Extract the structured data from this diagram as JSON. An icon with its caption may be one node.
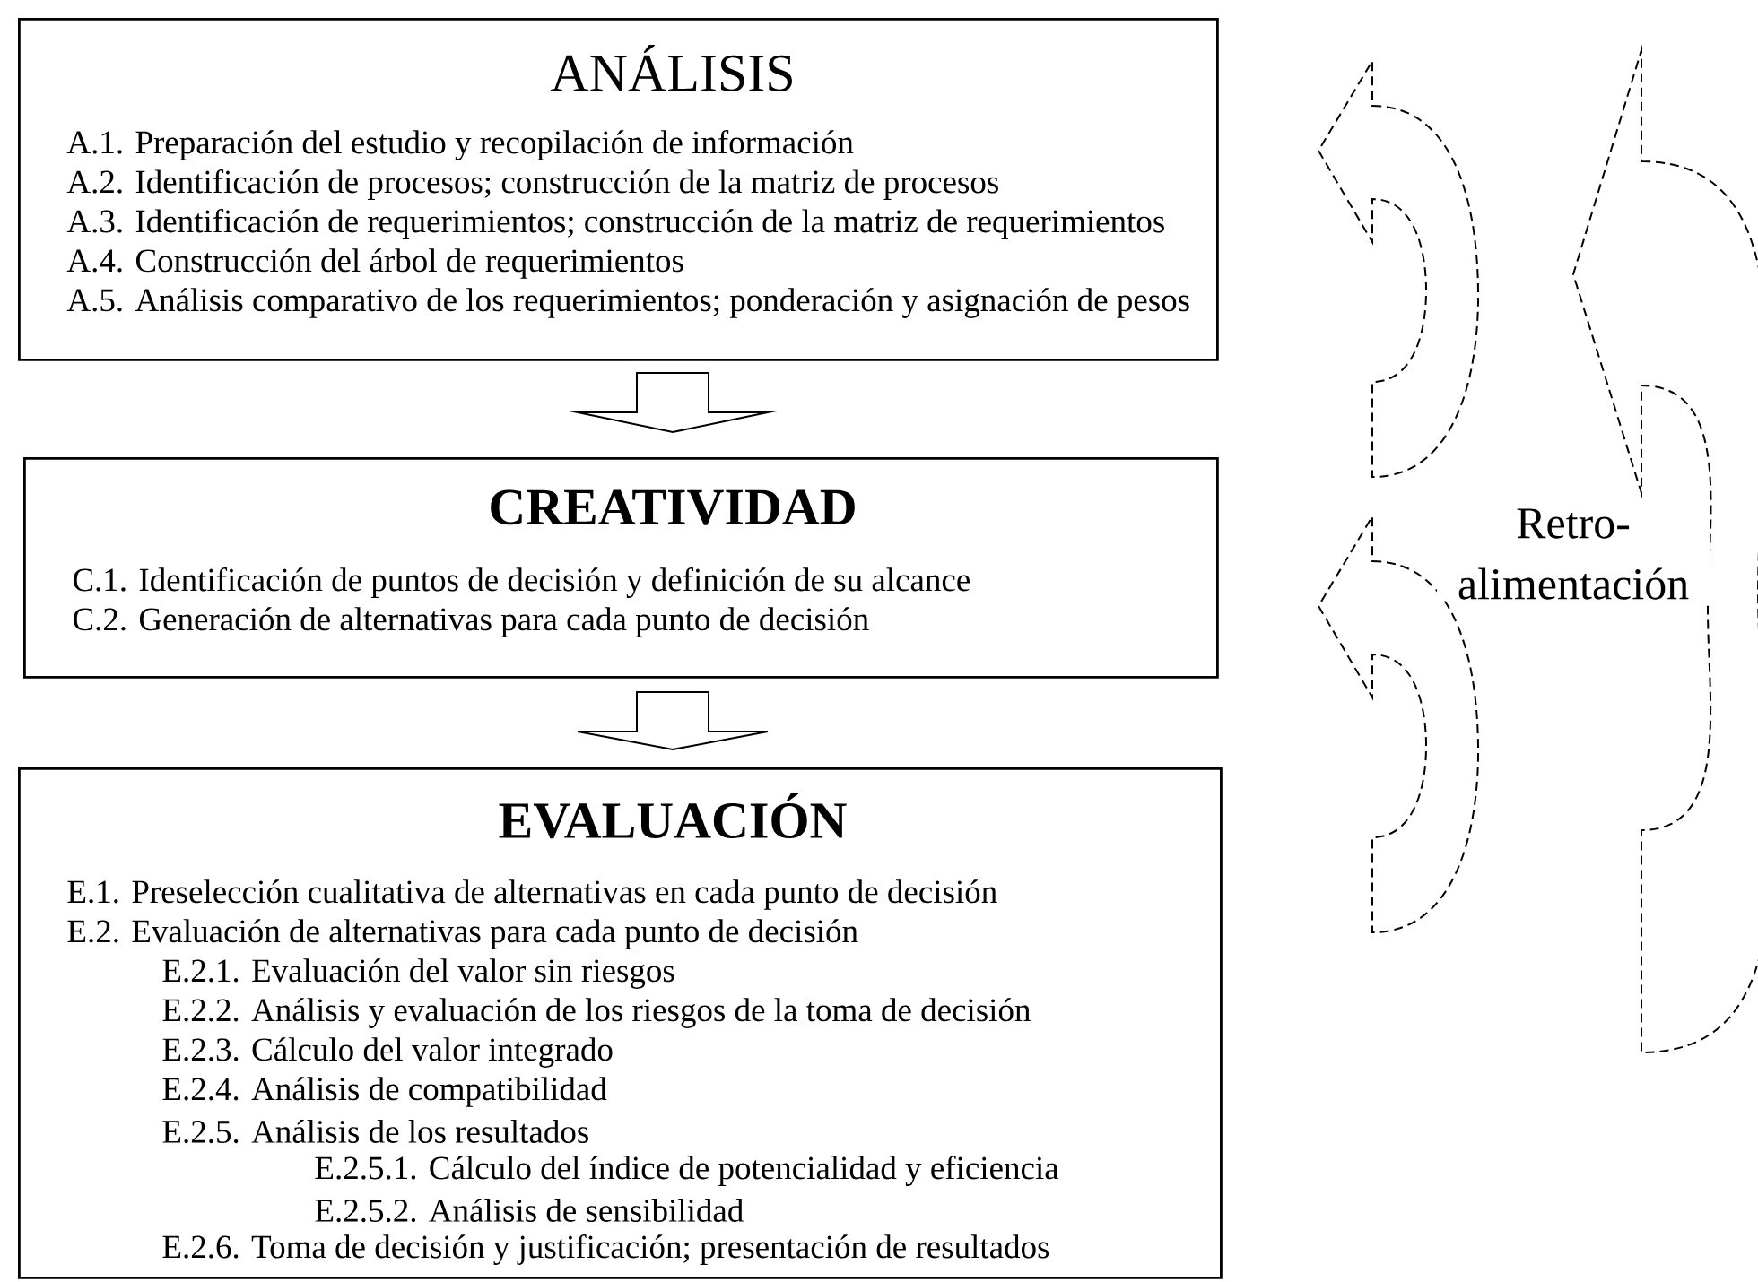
{
  "diagram": {
    "nodes": [
      {
        "text": [
          "ANÁLISIS",
          "A.1. Preparación del estudio y recopilación de información",
          "A.2. Identificación de procesos; construcción de la matriz de procesos",
          "A.3. Identificación de requerimientos; construcción de la matriz de requerimientos",
          "A.4. Construcción del árbol de requerimientos",
          "A.5. Análisis comparativo de los requerimientos; ponderación y asignación de pesos"
        ]
      },
      {
        "text": [
          "CREATIVIDAD",
          "C.1. Identificación de puntos de decisión y definición de su alcance",
          "C.2. Generación de alternativas para cada punto de decisión"
        ]
      },
      {
        "text": [
          "EVALUACIÓN",
          "E.1. Preselección cualitativa de alternativas en cada punto de decisión",
          "E.2. Evaluación de alternativas para cada punto de decisión",
          "E.2.1. Evaluación del valor sin riesgos",
          "E.2.2. Análisis y evaluación de los riesgos de la toma de decisión",
          "E.2.3. Cálculo del valor integrado",
          "E.2.4. Análisis de compatibilidad",
          "E.2.5. Análisis de los resultados",
          "E.2.5.1. Cálculo del índice de potencialidad y eficiencia",
          "E.2.5.2. Análisis de sensibilidad",
          "E.2.6. Toma de decisión y justificación; presentación de resultados"
        ]
      }
    ],
    "edges": [
      {
        "from": 0,
        "to": 1,
        "arrow": "to"
      },
      {
        "from": 1,
        "to": 2,
        "arrow": "to"
      },
      {
        "from": 1,
        "to": 0,
        "arrow": "to",
        "style": "dashed"
      },
      {
        "from": 2,
        "to": 1,
        "arrow": "to",
        "style": "dashed"
      },
      {
        "from": 2,
        "to": 0,
        "arrow": "to",
        "style": "dashed",
        "label": "Retro- alimentación"
      }
    ]
  }
}
